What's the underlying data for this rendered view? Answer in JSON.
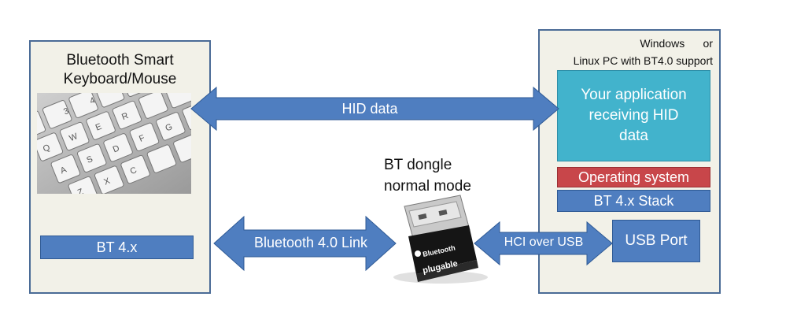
{
  "left": {
    "title_line1": "Bluetooth Smart",
    "title_line2": "Keyboard/Mouse",
    "bt_box": "BT 4.x",
    "keys": [
      "W",
      "E",
      "R",
      "S",
      "D",
      "F",
      "A",
      "C",
      "X",
      "G",
      "3",
      "4",
      "Q",
      "Z"
    ]
  },
  "right": {
    "title_line1": "Windows      or",
    "title_line2": "Linux PC with BT4.0 support",
    "app_line1": "Your application",
    "app_line2": "receiving HID",
    "app_line3": "data",
    "os": "Operating system",
    "stack": "BT 4.x Stack",
    "usb": "USB Port"
  },
  "arrows": {
    "hid": "HID data",
    "bt_link": "Bluetooth 4.0 Link",
    "hci": "HCI over USB"
  },
  "dongle": {
    "caption_line1": "BT dongle",
    "caption_line2": "normal mode",
    "logo_text": "Bluetooth",
    "brand_text": "plugable"
  },
  "colors": {
    "box_blue": "#4f7ec0",
    "arrow_blue": "#4f7ec0",
    "app_teal": "#42b3cc",
    "os_red": "#c8464a",
    "panel_bg": "#f2f1e8"
  }
}
